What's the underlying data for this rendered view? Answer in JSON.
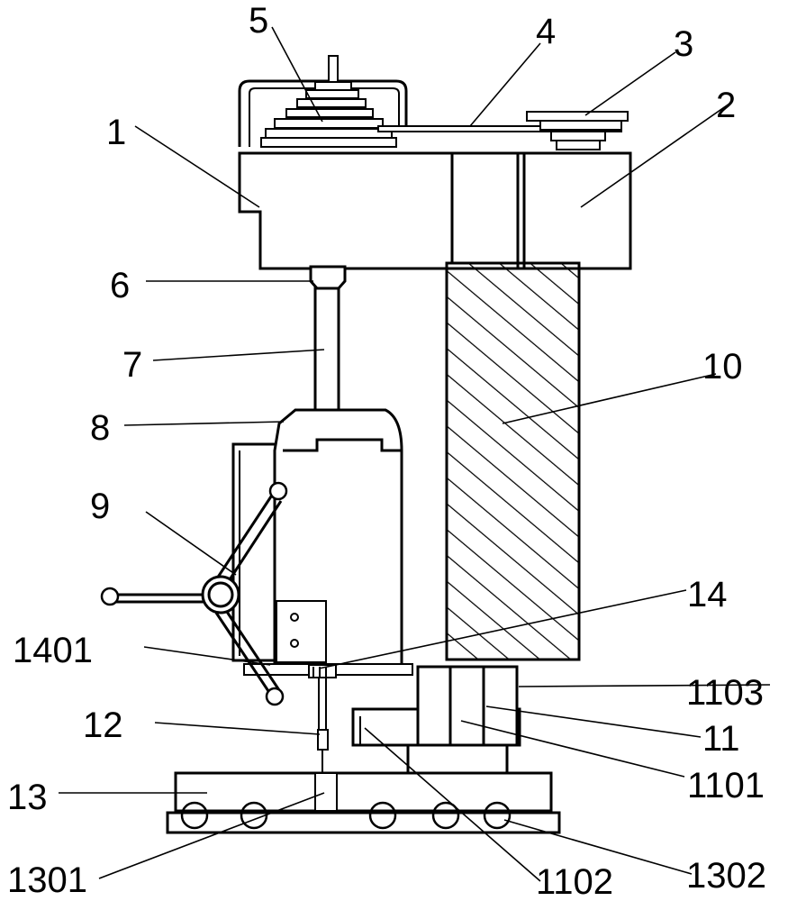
{
  "labels": {
    "l1": "1",
    "l2": "2",
    "l3": "3",
    "l4": "4",
    "l5": "5",
    "l6": "6",
    "l7": "7",
    "l8": "8",
    "l9": "9",
    "l10": "10",
    "l11": "11",
    "l12": "12",
    "l13": "13",
    "l14": "14",
    "l1101": "1101",
    "l1102": "1102",
    "l1103": "1103",
    "l1301": "1301",
    "l1302": "1302",
    "l1401": "1401"
  }
}
